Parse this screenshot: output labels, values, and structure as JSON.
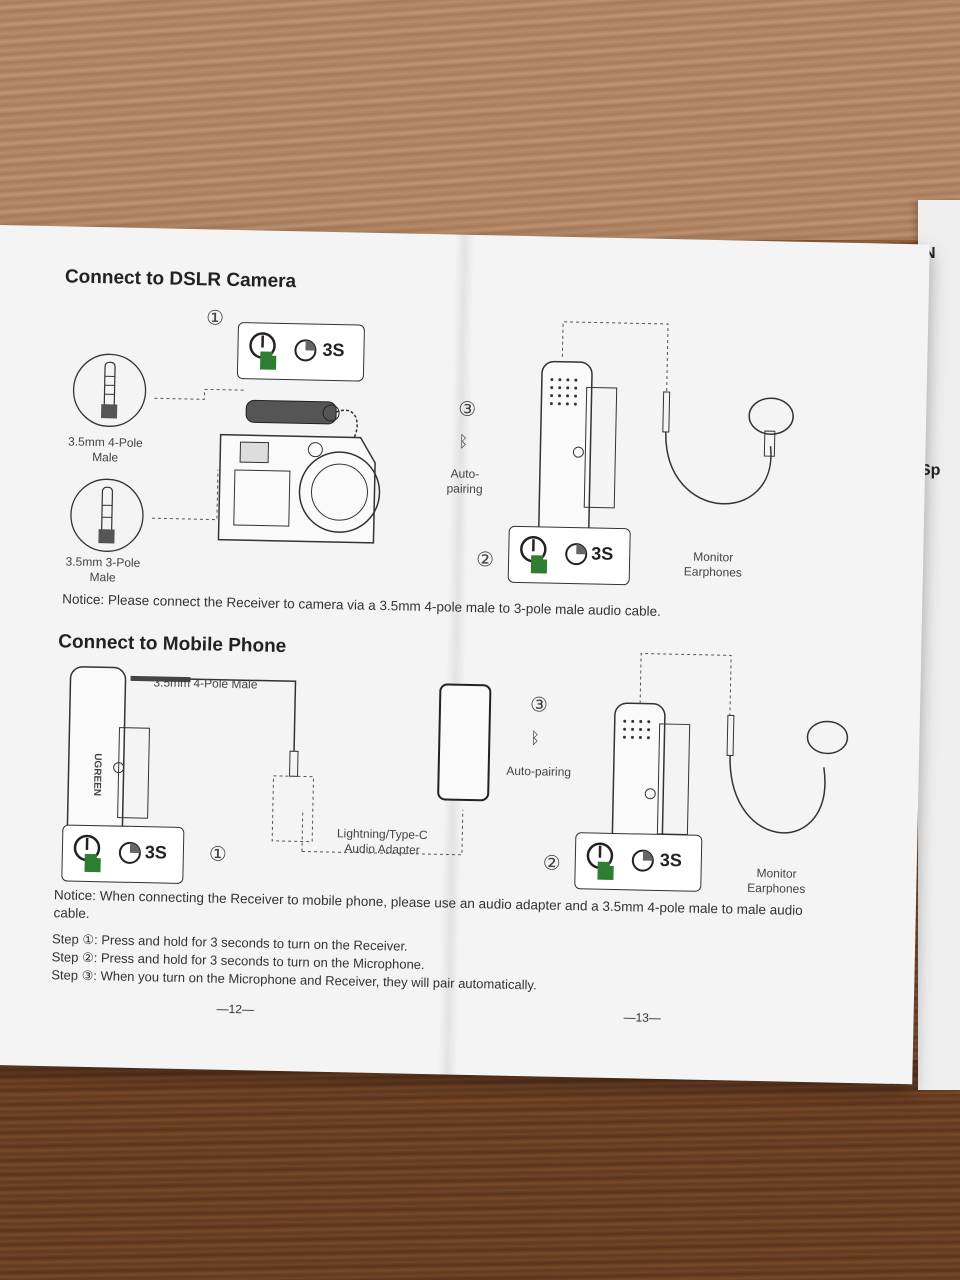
{
  "dslr": {
    "title": "Connect to DSLR Camera",
    "jack4_label": "3.5mm 4-Pole Male",
    "jack3_label": "3.5mm 3-Pole Male",
    "hold_time": "3S",
    "auto_pairing": "Auto-pairing",
    "monitor_label": "Monitor Earphones",
    "step1": "①",
    "step2": "②",
    "step3": "③",
    "notice": "Notice: Please connect the Receiver to camera via a 3.5mm 4-pole male to 3-pole male audio cable."
  },
  "mobile": {
    "title": "Connect to Mobile Phone",
    "cable_label": "3.5mm 4-Pole Male",
    "adapter_label": "Lightning/Type-C Audio Adapter",
    "hold_time": "3S",
    "auto_pairing": "Auto-pairing",
    "monitor_label": "Monitor Earphones",
    "step1": "①",
    "step2": "②",
    "step3": "③",
    "brand": "UGREEN",
    "notice": "Notice: When connecting the Receiver to mobile phone, please use an audio adapter and a 3.5mm 4-pole male to male audio cable."
  },
  "steps": [
    {
      "label": "Step ①:",
      "text": "Press and hold for 3 seconds to turn on the Receiver."
    },
    {
      "label": "Step ②:",
      "text": "Press and hold for 3 seconds to turn on the Microphone."
    },
    {
      "label": "Step ③:",
      "text": "When you turn on the Microphone and Receiver, they will pair automatically."
    }
  ],
  "pages": {
    "left": "—12—",
    "right": "—13—"
  },
  "next_page": {
    "heading_n": "N",
    "heading_s": "Sp"
  },
  "colors": {
    "accent_green": "#2e7d32",
    "paper": "#f4f4f4",
    "ink": "#222222"
  }
}
